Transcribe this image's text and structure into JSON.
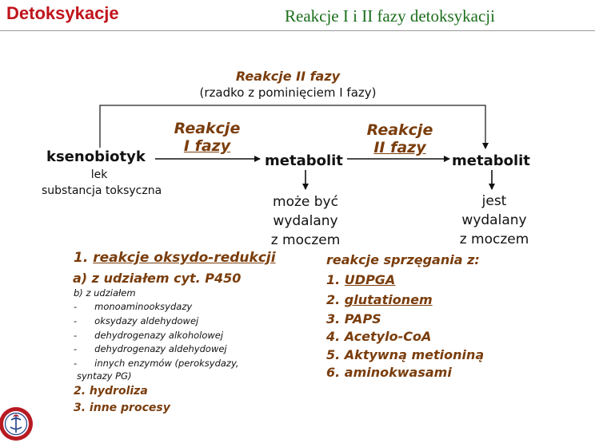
{
  "header": {
    "left_title": "Detoksykacje",
    "right_title": "Reakcje I i II fazy detoksykacji"
  },
  "diagram": {
    "top_label": "Reakcje II fazy",
    "top_sublabel": "(rzadko z pominięciem I fazy)",
    "phase1_line1": "Reakcje",
    "phase1_line2": "I fazy",
    "phase2_line1": "Reakcje",
    "phase2_line2": "II fazy",
    "xenobiotic": "ksenobiotyk",
    "xenobiotic_sub1": "lek",
    "xenobiotic_sub2": "substancja toksyczna",
    "metabolite1": "metabolit",
    "metabolite2": "metabolit",
    "outcome1": [
      "może być",
      "wydalany",
      "z moczem"
    ],
    "outcome2": [
      "jest",
      "wydalany",
      "z moczem"
    ]
  },
  "phase1_list": {
    "heading_num": "1.",
    "heading": "reakcje oksydo-redukcji",
    "a": "a) z udziałem cyt. P450",
    "b": "b) z udziałem",
    "b_items": [
      "monoaminooksydazy",
      "oksydazy aldehydowej",
      "dehydrogenazy alkoholowej",
      "dehydrogenazy aldehydowej",
      "innych enzymów (peroksydazy,"
    ],
    "b_item_dash": "-",
    "b_continuation": "syntazy PG)",
    "item2": "2. hydroliza",
    "item3_num": "3. i",
    "item3_rest": "nne procesy"
  },
  "phase2_list": {
    "title": "reakcje sprzęgania z:",
    "items": [
      {
        "num": "1.",
        "text": "UDPGA"
      },
      {
        "num": "2.",
        "text": "glutationem"
      },
      {
        "num": "3.",
        "text": "PAPS"
      },
      {
        "num": "4.",
        "text": "Acetylo-CoA"
      },
      {
        "num": "5.",
        "text": "Aktywną metioniną"
      },
      {
        "num": "6.",
        "text": "aminokwasami"
      }
    ]
  },
  "colors": {
    "header_red": "#c0141c",
    "header_green": "#1a6e1a",
    "phase_brown": "#7a3d0c"
  },
  "icons": {
    "logo": "university-seal-icon"
  }
}
